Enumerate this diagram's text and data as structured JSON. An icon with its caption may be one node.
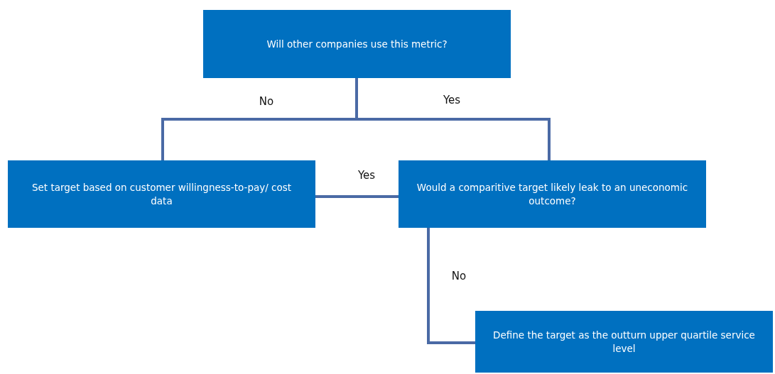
{
  "diagram": {
    "nodes": [
      {
        "text": [
          "Will other companies use this metric?"
        ]
      },
      {
        "text": [
          "Set target based on customer willingness-to-pay/ cost data"
        ]
      },
      {
        "text": [
          "Would a comparitive target likely leak to an uneconomic outcome?"
        ]
      },
      {
        "text": [
          "Define the target as the outturn upper quartile service level"
        ]
      }
    ],
    "edges": [
      {
        "from": 0,
        "to": 1,
        "arrow": "none",
        "label": "No"
      },
      {
        "from": 0,
        "to": 2,
        "arrow": "none",
        "label": "Yes"
      },
      {
        "from": 2,
        "to": 1,
        "arrow": "none",
        "label": "Yes"
      },
      {
        "from": 2,
        "to": 3,
        "arrow": "none",
        "label": "No"
      }
    ]
  }
}
